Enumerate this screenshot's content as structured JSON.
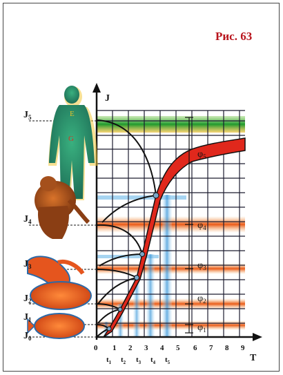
{
  "figure": {
    "caption": "Рис. 63"
  },
  "axes": {
    "y_label": "J",
    "x_label": "T"
  },
  "x_ticks": [
    "0",
    "1",
    "2",
    "3",
    "4",
    "5",
    "6",
    "7",
    "8",
    "9"
  ],
  "time_marks": [
    {
      "main": "t",
      "sub": "1"
    },
    {
      "main": "t",
      "sub": "2"
    },
    {
      "main": "t",
      "sub": "3"
    },
    {
      "main": "t",
      "sub": "4"
    },
    {
      "main": "t",
      "sub": "5"
    }
  ],
  "levels": [
    {
      "main": "J",
      "sub": "5"
    },
    {
      "main": "J",
      "sub": "4"
    },
    {
      "main": "J",
      "sub": "3"
    },
    {
      "main": "J",
      "sub": "2"
    },
    {
      "main": "J",
      "sub": "1"
    },
    {
      "main": "J",
      "sub": "0"
    }
  ],
  "phases": [
    {
      "main": "φ",
      "sub": "5"
    },
    {
      "main": "φ",
      "sub": "4"
    },
    {
      "main": "φ",
      "sub": "3"
    },
    {
      "main": "φ",
      "sub": "2"
    },
    {
      "main": "φ",
      "sub": "1"
    }
  ],
  "figure_letters": {
    "upper": "E",
    "lower": "G"
  },
  "colors": {
    "caption": "#b8141c",
    "grid": "#1a1a2e",
    "curve_red": "#e0281c",
    "band_orange": "#f07a1e",
    "band_green": "#3fae3a",
    "band_blue": "#3aa0e0",
    "figure_green": "#2f9a70",
    "animal_orange": "#d8521c"
  }
}
